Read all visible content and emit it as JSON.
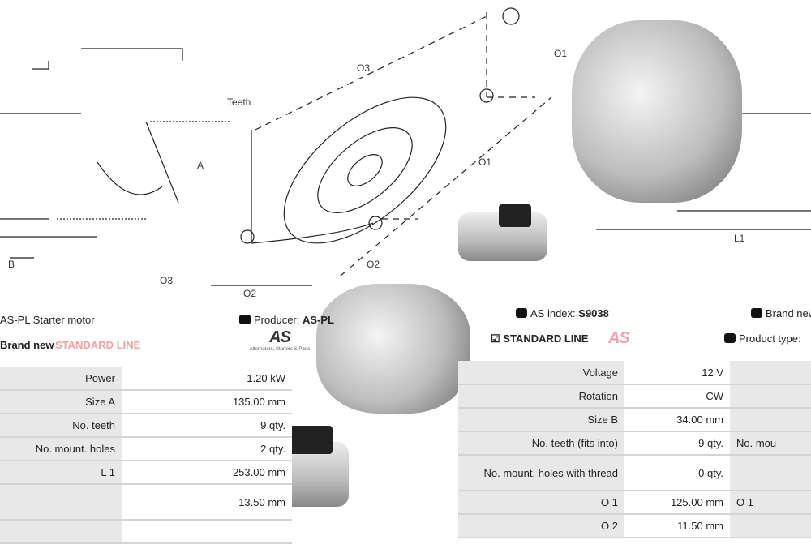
{
  "drawing": {
    "labels": {
      "teeth": "Teeth",
      "a": "A",
      "b": "B",
      "o3_top": "O3",
      "o1_top": "O1",
      "o1_mid": "O1",
      "o3_bottom": "O3",
      "o2_bottom": "O2",
      "o2_right": "O2",
      "l1": "L1"
    }
  },
  "header": {
    "title_left": "AS-PL Starter motor",
    "producer_label": "Producer:",
    "producer_value": "AS-PL",
    "condition_left": "Brand new",
    "line_left": "STANDARD LINE",
    "logo_text": "AS",
    "logo_tagline": "Alternators, Starters & Parts",
    "index_label": "AS index:",
    "index_value": "S9038",
    "condition_right": "Brand new",
    "line_right": "STANDARD LINE",
    "product_type_label": "Product type:",
    "accent": "#e30613"
  },
  "left_table": [
    {
      "k": "Power",
      "v": "1.20 kW"
    },
    {
      "k": "Size A",
      "v": "135.00 mm"
    },
    {
      "k": "No. teeth",
      "v": "9 qty."
    },
    {
      "k": "No. mount. holes",
      "v": "2 qty."
    },
    {
      "k": "L 1",
      "v": "253.00 mm"
    },
    {
      "k": "",
      "v": "13.50 mm"
    },
    {
      "k": "",
      "v": ""
    }
  ],
  "right_table": [
    {
      "k": "Voltage",
      "v": "12 V",
      "k2": ""
    },
    {
      "k": "Rotation",
      "v": "CW",
      "k2": ""
    },
    {
      "k": "Size B",
      "v": "34.00 mm",
      "k2": ""
    },
    {
      "k": "No. teeth (fits into)",
      "v": "9 qty.",
      "k2": "No. mou"
    },
    {
      "k": "No. mount. holes with thread",
      "v": "0 qty.",
      "k2": ""
    },
    {
      "k": "O 1",
      "v": "125.00 mm",
      "k2": "O 1"
    },
    {
      "k": "O 2",
      "v": "11.50 mm",
      "k2": ""
    }
  ]
}
